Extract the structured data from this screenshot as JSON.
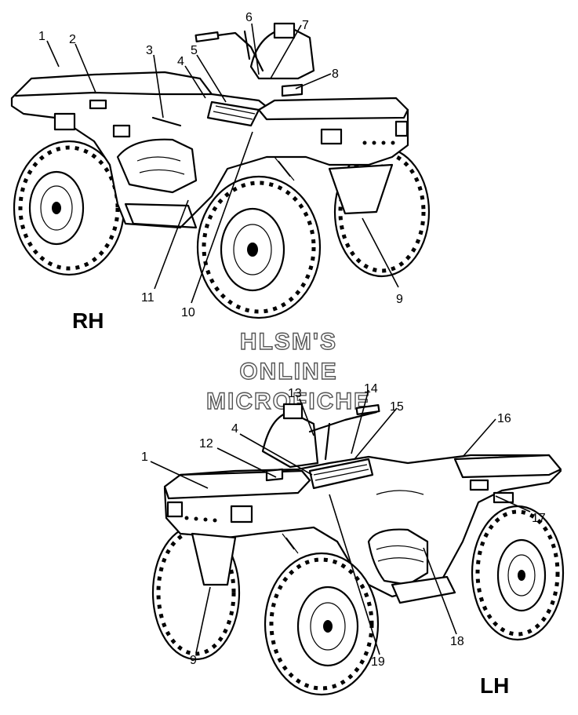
{
  "views": {
    "rh": {
      "label": "RH"
    },
    "lh": {
      "label": "LH"
    }
  },
  "watermark": {
    "line1": "HLSM'S",
    "line2": "ONLINE",
    "line3": "MICROFICHE"
  },
  "callouts_rh": {
    "c1": "1",
    "c2": "2",
    "c3": "3",
    "c4": "4",
    "c5": "5",
    "c6": "6",
    "c7": "7",
    "c8": "8",
    "c9": "9",
    "c10": "10",
    "c11": "11"
  },
  "callouts_lh": {
    "c1": "1",
    "c4": "4",
    "c9": "9",
    "c12": "12",
    "c13": "13",
    "c14": "14",
    "c15": "15",
    "c16": "16",
    "c17": "17",
    "c18": "18",
    "c19": "19"
  }
}
